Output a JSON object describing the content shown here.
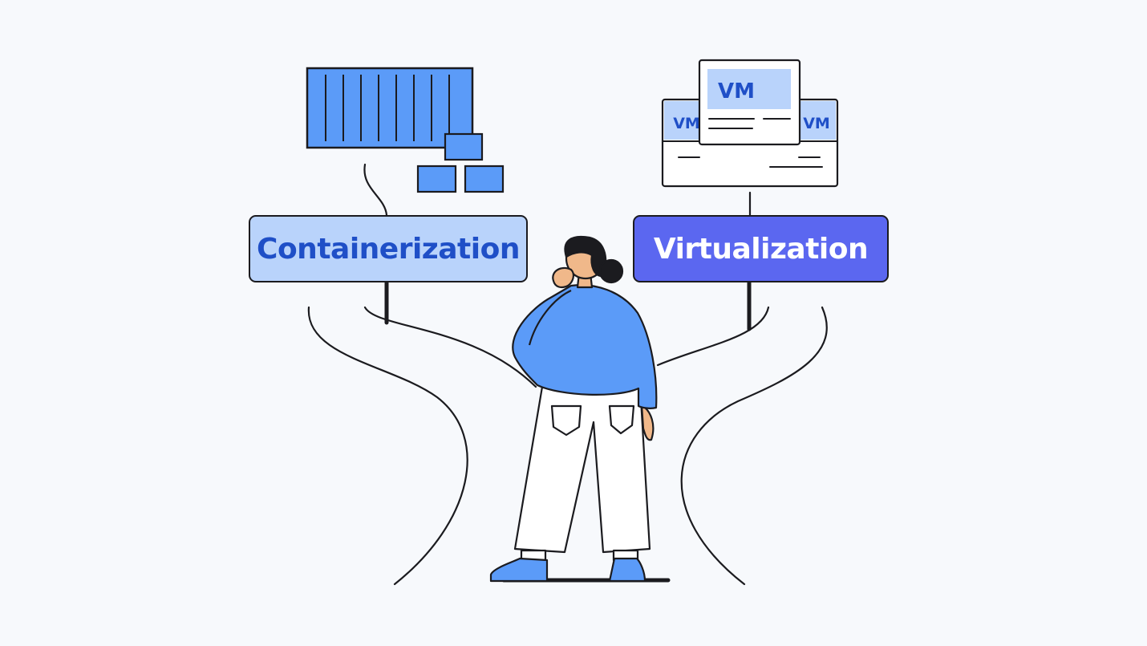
{
  "signs": {
    "left": "Containerization",
    "right": "Virtualization"
  },
  "vm": {
    "center": "VM",
    "left": "VM",
    "right": "VM"
  },
  "colors": {
    "background": "#f7f9fc",
    "accent_blue": "#5b9bf8",
    "light_blue": "#b9d3fb",
    "indigo": "#5b67f0",
    "outline": "#1b1b1f",
    "vm_text": "#1f4fc7"
  },
  "icons": {
    "container": "shipping-container-icon",
    "boxes": "stacked-boxes-icon",
    "vms": "virtual-machine-windows-icon",
    "person": "thinking-person-illustration",
    "roads": "forking-road-illustration"
  }
}
